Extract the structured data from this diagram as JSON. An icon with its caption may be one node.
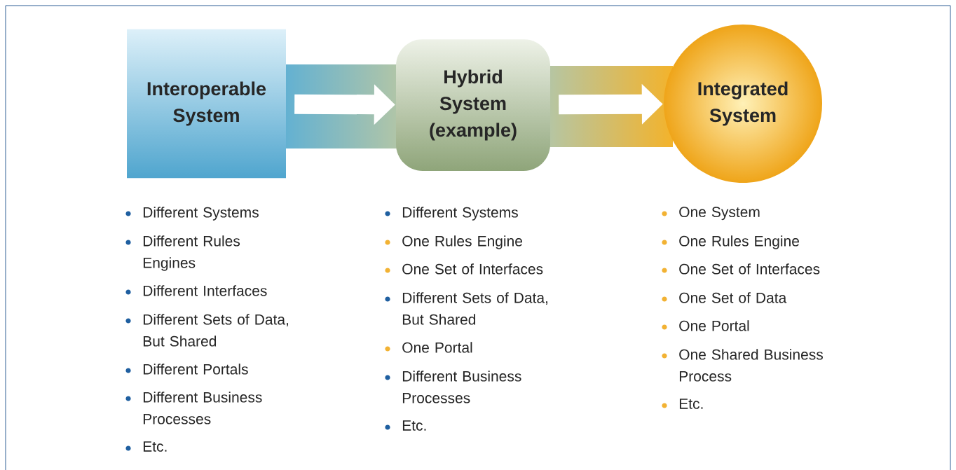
{
  "diagram": {
    "nodes": [
      {
        "text": [
          "Interoperable System"
        ],
        "beside": [
          "Different Systems",
          "Different Rules Engines",
          "Different Interfaces",
          "Different Sets of Data, But Shared",
          "Different Portals",
          "Different Business Processes",
          "Etc."
        ]
      },
      {
        "text": [
          "Hybrid System (example)"
        ],
        "beside": [
          "Different Systems",
          "One Rules Engine",
          "One Set of Interfaces",
          "Different Sets of Data, But Shared",
          "One Portal",
          "Different Business Processes",
          "Etc."
        ]
      },
      {
        "text": [
          "Integrated System"
        ],
        "beside": [
          "One System",
          "One Rules Engine",
          "One Set of Interfaces",
          "One Set of Data",
          "One Portal",
          "One Shared Business Process",
          "Etc."
        ]
      }
    ],
    "edges": [
      {
        "from": 0,
        "to": 1,
        "arrow": "to"
      },
      {
        "from": 1,
        "to": 2,
        "arrow": "to"
      }
    ]
  }
}
